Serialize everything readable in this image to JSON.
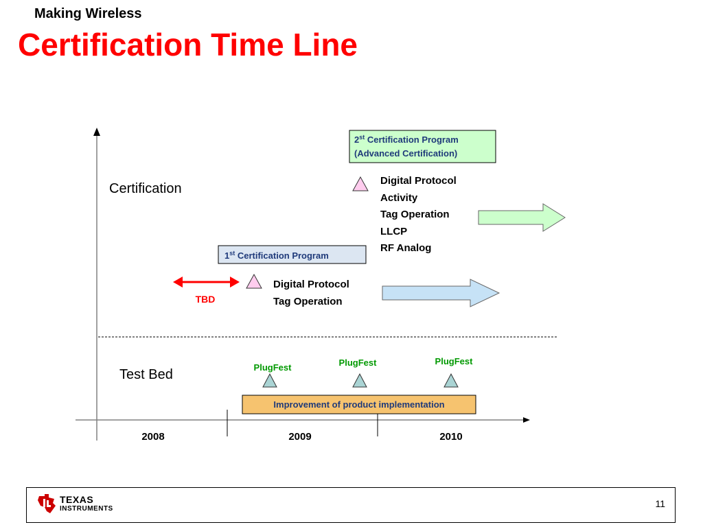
{
  "header": {
    "supertitle": "Making Wireless",
    "title": "Certification Time Line"
  },
  "diagram": {
    "sections": {
      "certification": "Certification",
      "test_bed": "Test Bed"
    },
    "years": [
      "2008",
      "2009",
      "2010"
    ],
    "tbd_label": "TBD",
    "first_program": {
      "label": "1",
      "sup": "st",
      "rest": " Certification Program",
      "items": [
        "Digital Protocol",
        "Tag Operation"
      ]
    },
    "second_program": {
      "line1_num": "2",
      "line1_sup": "st",
      "line1_rest": " Certification Program",
      "line2": "(Advanced Certification)",
      "items": [
        "Digital Protocol",
        "Activity",
        "Tag Operation",
        "LLCP",
        "RF Analog"
      ]
    },
    "plugfests": [
      "PlugFest",
      "PlugFest",
      "PlugFest"
    ],
    "improvement_label": "Improvement of product implementation",
    "colors": {
      "tbd_red": "#ff0000",
      "plugfest_green": "#009900",
      "first_box_fill": "#dce6f2",
      "second_box_fill": "#ccffcc",
      "improvement_fill": "#f6c36f",
      "blue_arrow_fill": "#c6e2f6",
      "green_arrow_fill": "#ccffcc",
      "pink_triangle": "#ffccee",
      "teal_triangle": "#aad4d4"
    }
  },
  "footer": {
    "company_line1": "TEXAS",
    "company_line2": "INSTRUMENTS",
    "page_number": "11"
  }
}
